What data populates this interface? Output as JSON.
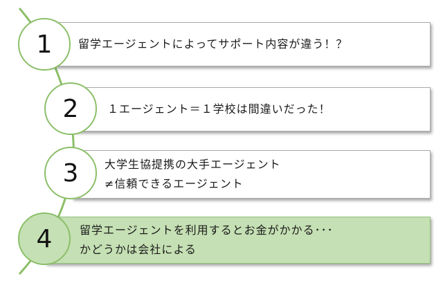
{
  "steps": [
    {
      "number": "1",
      "lines": [
        "留学エージェントによってサポート内容が違う！？"
      ],
      "highlighted": false
    },
    {
      "number": "2",
      "lines": [
        "１エージェント＝１学校は間違いだった！"
      ],
      "highlighted": false
    },
    {
      "number": "3",
      "lines": [
        "大学生協提携の大手エージェント",
        "≠信頼できるエージェント"
      ],
      "highlighted": false
    },
    {
      "number": "4",
      "lines": [
        "留学エージェントを利用するとお金がかかる･･･",
        "かどうかは会社による"
      ],
      "highlighted": true
    }
  ],
  "colors": {
    "accent_green": "#8bbf68",
    "highlight_fill": "#c5e0b4",
    "box_border": "#a9a9a9",
    "text": "#1a1a1a"
  }
}
